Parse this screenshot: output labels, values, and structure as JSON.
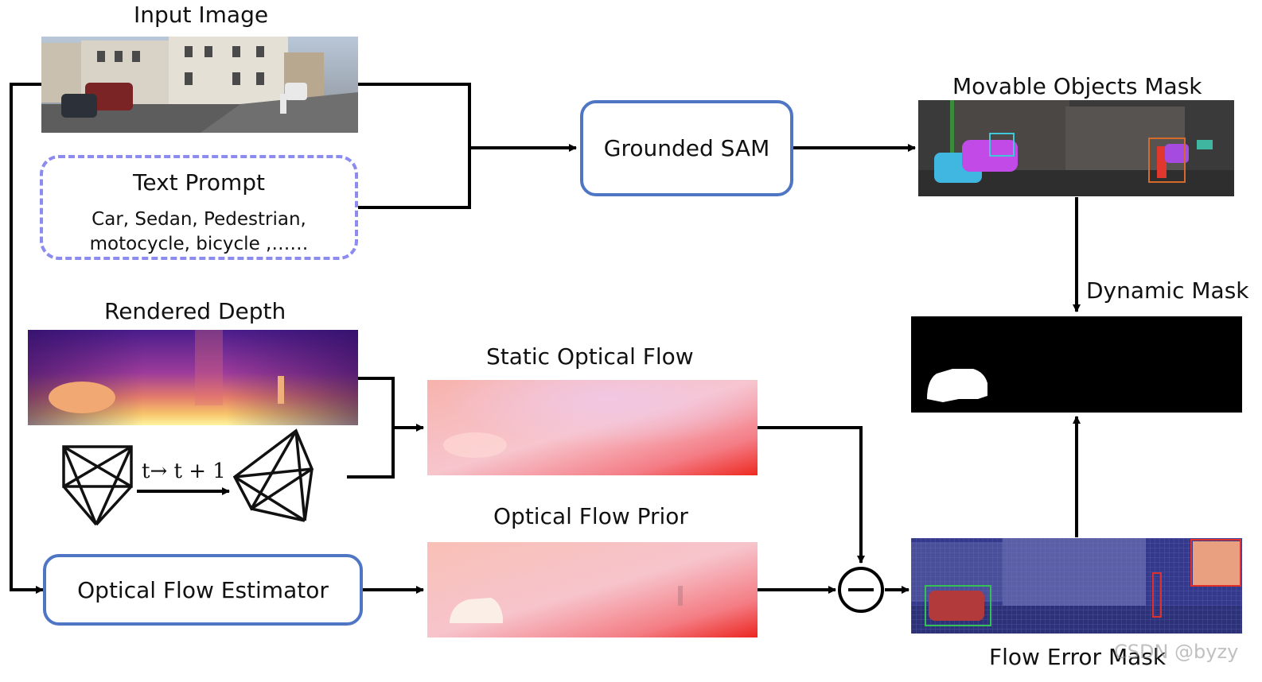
{
  "labels": {
    "input_image": "Input Image",
    "text_prompt": "Text Prompt",
    "prompt_line1": "Car, Sedan, Pedestrian,",
    "prompt_line2": "motocycle, bicycle ,……",
    "rendered_depth": "Rendered Depth",
    "camera_transition": "t→ t + 1",
    "static_optical_flow": "Static Optical Flow",
    "optical_flow_prior": "Optical Flow Prior",
    "grounded_sam": "Grounded SAM",
    "movable_objects_mask": "Movable Objects Mask",
    "dynamic_mask": "Dynamic Mask",
    "flow_error_mask": "Flow Error Mask",
    "optical_flow_estimator": "Optical Flow Estimator"
  },
  "watermark": "CSDN @byzy",
  "colors": {
    "module_border": "#4f76c4",
    "prompt_border": "#8c8cf0",
    "arrow": "#000000"
  },
  "icons": {
    "subtract_operator": "minus-circle-icon",
    "camera_t": "camera-frustum-icon",
    "camera_t1": "camera-frustum-icon"
  }
}
